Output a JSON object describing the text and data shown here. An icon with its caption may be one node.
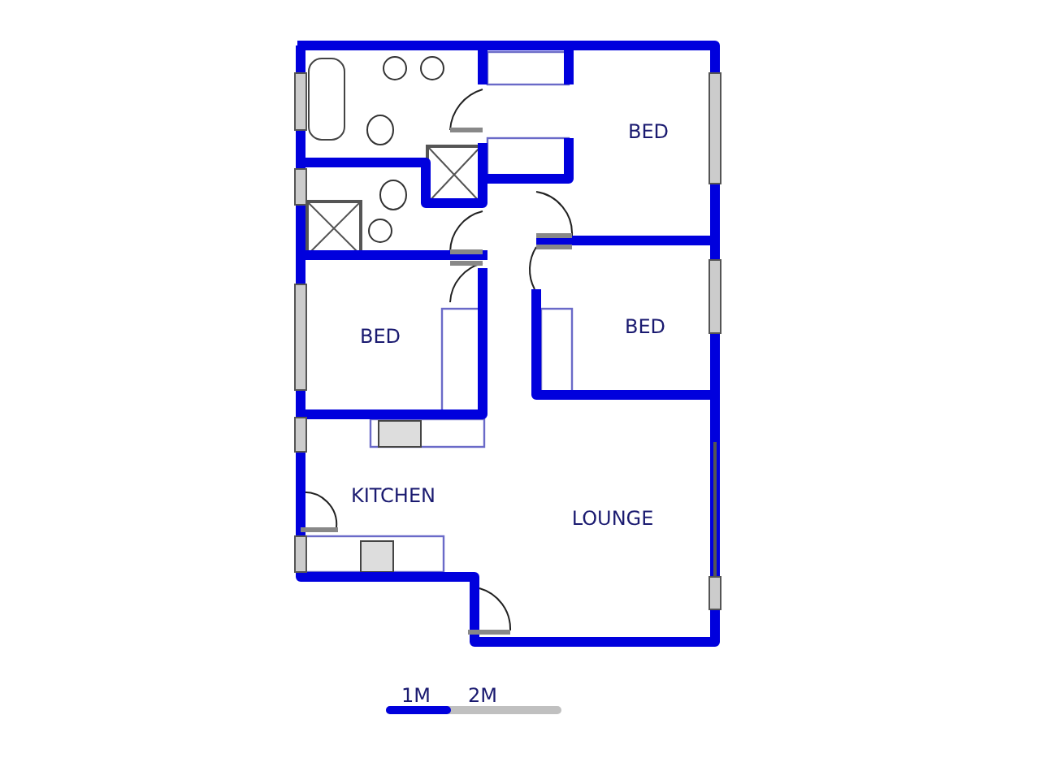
{
  "diagram": {
    "labels": [
      "BED",
      "BED",
      "BED",
      "KITCHEN",
      "LOUNGE",
      "1M",
      "2M"
    ]
  }
}
